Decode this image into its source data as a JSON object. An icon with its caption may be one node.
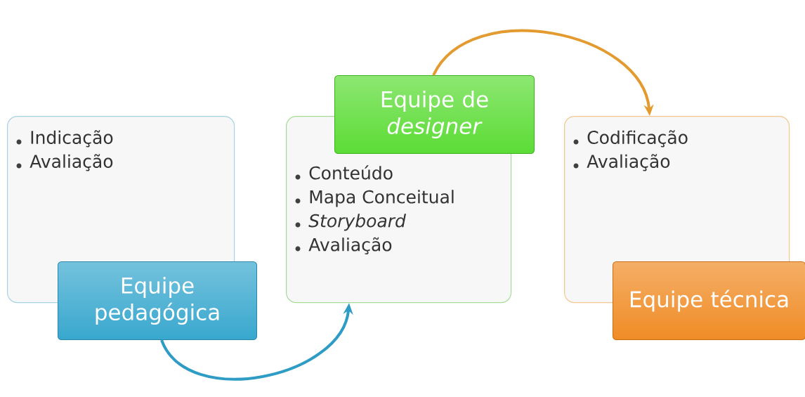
{
  "diagram": {
    "nodes": [
      {
        "text": [
          "Indicação",
          "Avaliação"
        ]
      },
      {
        "text": [
          "Equipe pedagógica"
        ]
      },
      {
        "text": [
          "Conteúdo",
          "Mapa Conceitual",
          "Storyboard",
          "Avaliação"
        ]
      },
      {
        "text": [
          "Equipe de *designer*"
        ]
      },
      {
        "text": [
          "Codificação",
          "Avaliação"
        ]
      },
      {
        "text": [
          "Equipe técnica"
        ]
      }
    ],
    "edges": [
      {
        "from": 1,
        "to": 2,
        "arrow": "to",
        "color": "#2e9cc4"
      },
      {
        "from": 3,
        "to": 4,
        "arrow": "to",
        "color": "#e39a2e"
      }
    ]
  }
}
